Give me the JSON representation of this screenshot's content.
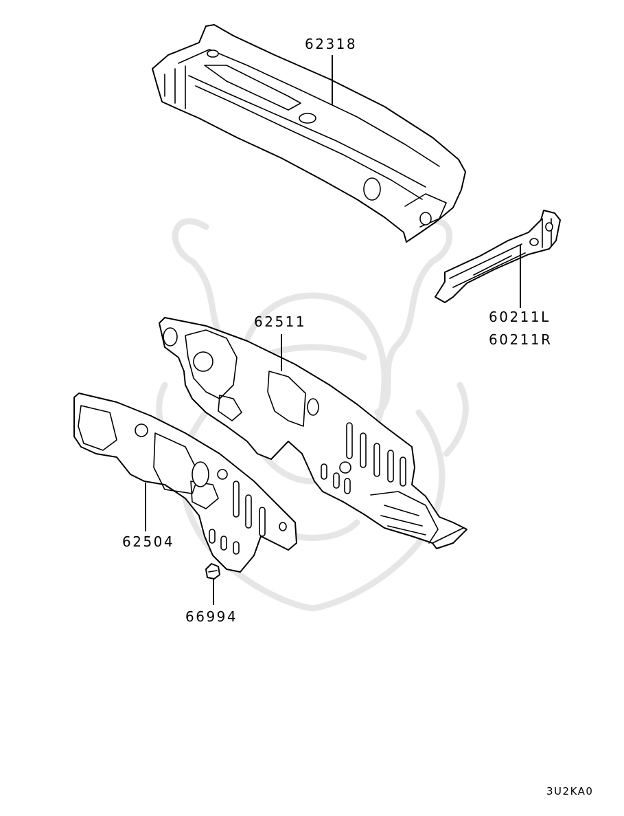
{
  "diagram": {
    "parts": [
      {
        "id": "p62318",
        "number": "62318"
      },
      {
        "id": "p60211L",
        "number": "60211L"
      },
      {
        "id": "p60211R",
        "number": "60211R"
      },
      {
        "id": "p62511",
        "number": "62511"
      },
      {
        "id": "p62504",
        "number": "62504"
      },
      {
        "id": "p66994",
        "number": "66994"
      }
    ],
    "diagram_code": "3U2KA0"
  }
}
